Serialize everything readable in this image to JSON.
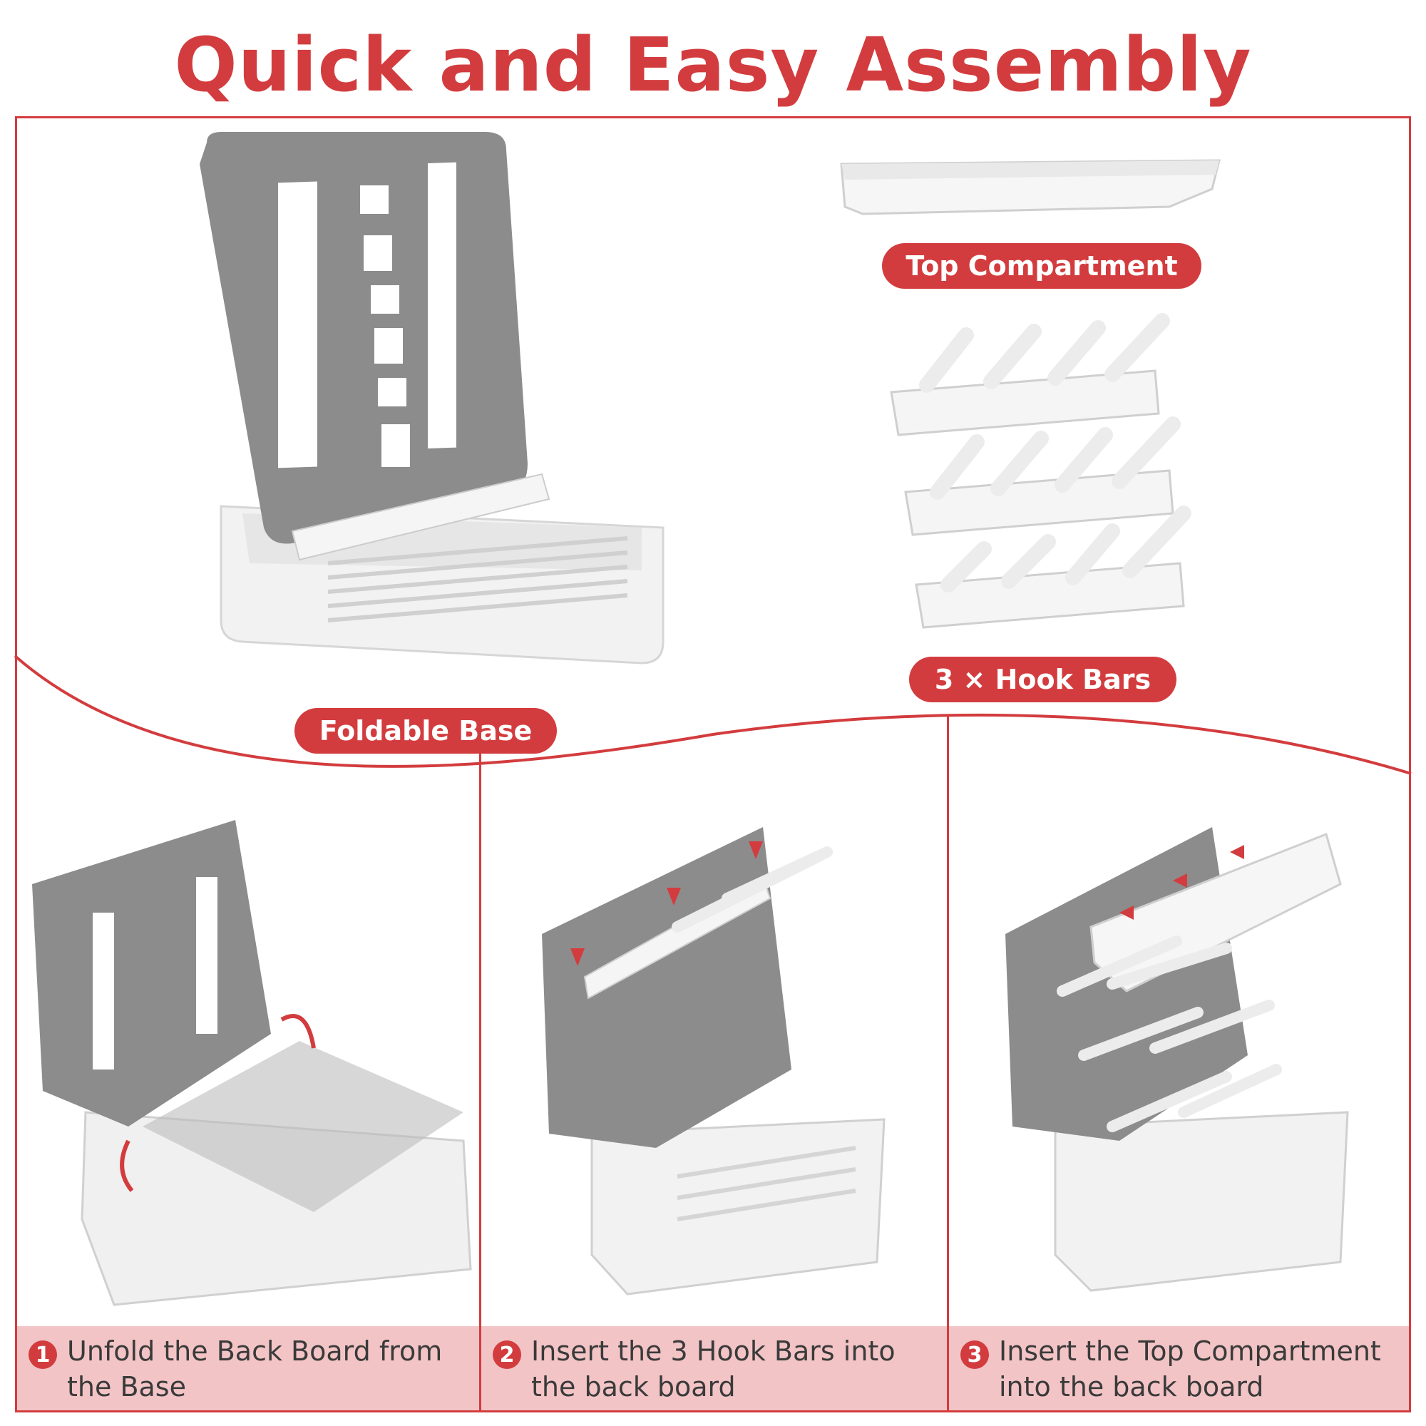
{
  "title": "Quick and Easy Assembly",
  "labels": {
    "foldable_base": "Foldable Base",
    "top_compartment": "Top Compartment",
    "hook_bars": "3 × Hook Bars"
  },
  "steps": [
    {
      "number": "1",
      "text": "Unfold the Back Board from the Base"
    },
    {
      "number": "2",
      "text": "Insert the 3 Hook Bars into the back board"
    },
    {
      "number": "3",
      "text": "Insert the Top Compartment into the back board"
    }
  ],
  "colors": {
    "accent": "#d33c3e",
    "step_bg": "#f3c4c6",
    "board": "#8c8c8c",
    "white_part": "#f4f4f4"
  }
}
